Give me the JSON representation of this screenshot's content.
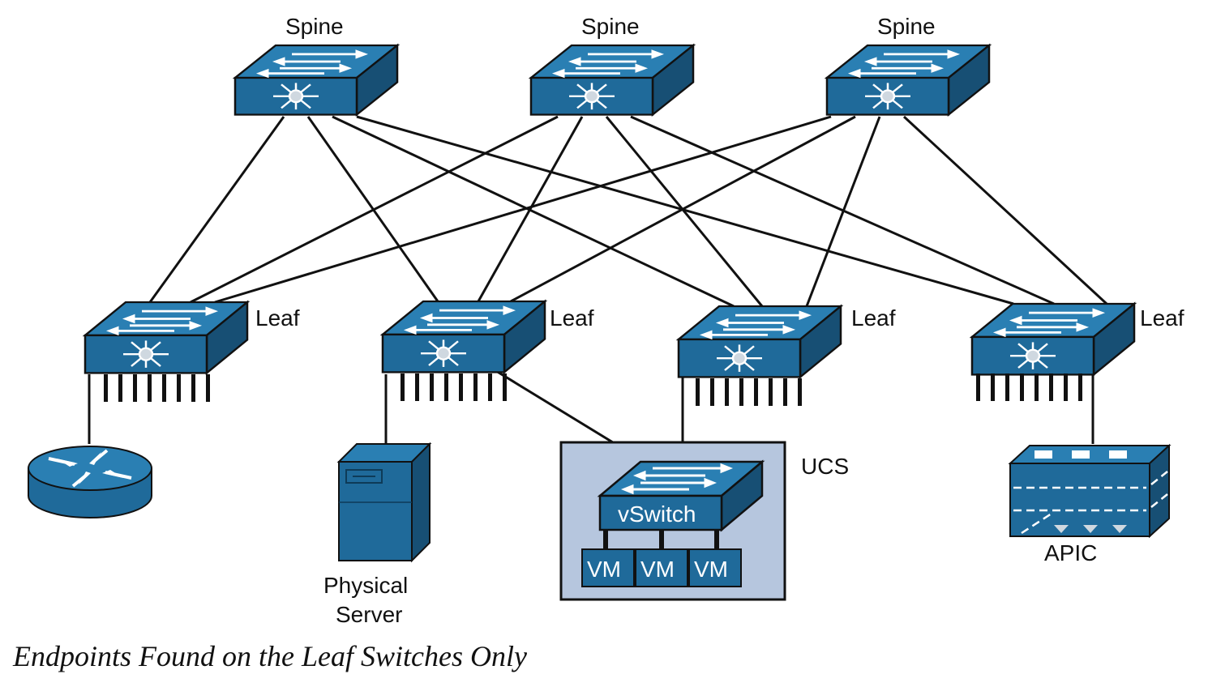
{
  "labels": {
    "spine": "Spine",
    "leaf": "Leaf",
    "ucs": "UCS",
    "vswitch": "vSwitch",
    "vm": "VM",
    "physical_server_line1": "Physical",
    "physical_server_line2": "Server",
    "apic": "APIC"
  },
  "caption": "Endpoints Found on the Leaf Switches Only",
  "colors": {
    "device_front": "#1f6a9a",
    "device_top": "#2a7fb3",
    "device_side": "#174f74",
    "ucs_box": "#b6c6de",
    "link": "#111111"
  },
  "icons": {
    "spine": "switch-icon",
    "leaf": "switch-icon",
    "router": "router-icon",
    "server": "server-icon",
    "vswitch": "virtual-switch-icon",
    "apic": "apic-controller-icon"
  }
}
